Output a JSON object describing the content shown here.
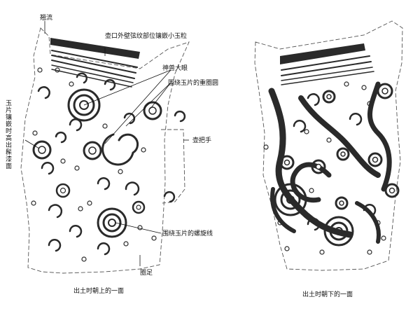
{
  "left_view": {
    "caption": "出土时朝上的一面",
    "labels": {
      "lip": "翘流",
      "rim_jade": "壶口外壁弦纹部位镶嵌小玉粒",
      "beast_eye": "神兽大眼",
      "concentric": "围绕玉片的重圈圆",
      "lacquer_side": [
        "玉",
        "片",
        "镶",
        "嵌",
        "时",
        "高",
        "出",
        "髹",
        "漆",
        "面"
      ],
      "handle": "壶把手",
      "spiral": "围绕玉片的螺旋线",
      "foot": "圈足"
    }
  },
  "right_view": {
    "caption": "出土时朝下的一面"
  },
  "colors": {
    "ink": "#2a2a2a",
    "outline": "#555555",
    "text": "#111111"
  }
}
